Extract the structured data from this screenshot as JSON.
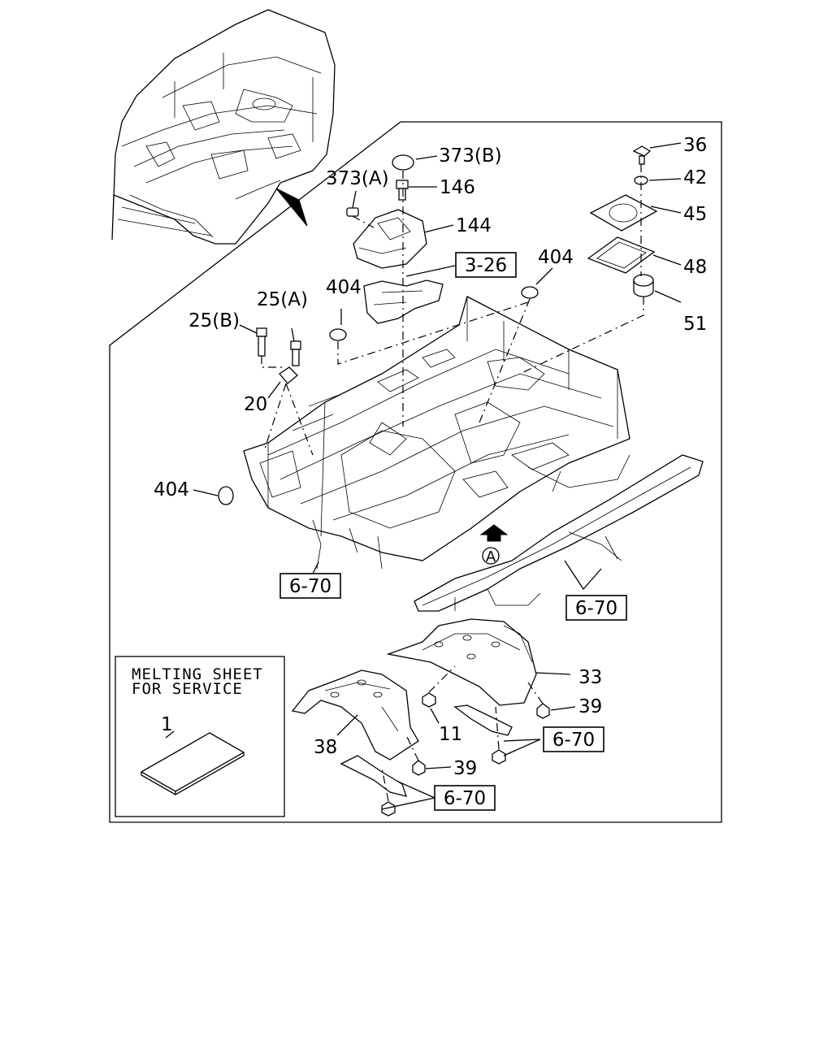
{
  "diagram": {
    "callouts": {
      "c36": "36",
      "c42": "42",
      "c45": "45",
      "c48": "48",
      "c51": "51",
      "c373b": "373(B)",
      "c373a": "373(A)",
      "c146": "146",
      "c144": "144",
      "c404_top_right": "404",
      "c404_mid": "404",
      "c404_left": "404",
      "c25a": "25(A)",
      "c25b": "25(B)",
      "c20": "20",
      "c33": "33",
      "c39_right": "39",
      "c39_bottom": "39",
      "c11": "11",
      "c38": "38",
      "c1": "1"
    },
    "references": {
      "r3_26": "3-26",
      "r6_70_left": "6-70",
      "r6_70_frame": "6-70",
      "r6_70_right_bracket": "6-70",
      "r6_70_bottom": "6-70"
    },
    "view_marker": "A",
    "service_box": {
      "line1": "MELTING SHEET",
      "line2": "FOR SERVICE"
    }
  }
}
